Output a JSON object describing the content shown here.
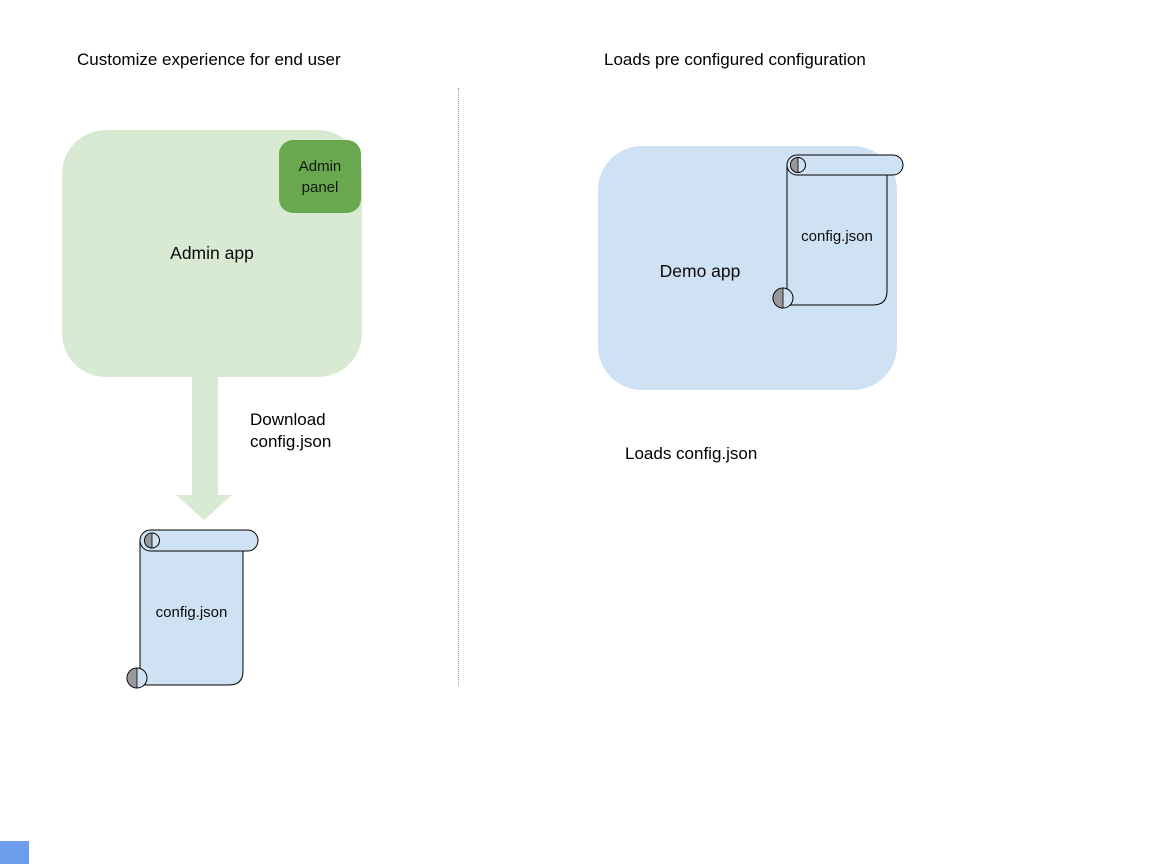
{
  "left": {
    "title": "Customize experience for end user",
    "admin_app_label": "Admin app",
    "admin_panel_label": "Admin panel",
    "arrow_label": "Download config.json",
    "scroll_label": "config.json"
  },
  "right": {
    "title": "Loads pre configured configuration",
    "demo_app_label": "Demo app",
    "scroll_label": "config.json",
    "caption": "Loads config.json"
  },
  "colors": {
    "admin_app_fill": "#d9ead3",
    "admin_panel_fill": "#6aa84f",
    "arrow_fill": "#d9ead3",
    "demo_app_fill": "#cfe2f3",
    "scroll_fill": "#cfe2f3",
    "scroll_curl_gray": "#999999",
    "scroll_outline": "#000000",
    "divider_color": "#999999",
    "corner_artifact_blue": "#6d9eeb",
    "text_color": "#000000"
  }
}
